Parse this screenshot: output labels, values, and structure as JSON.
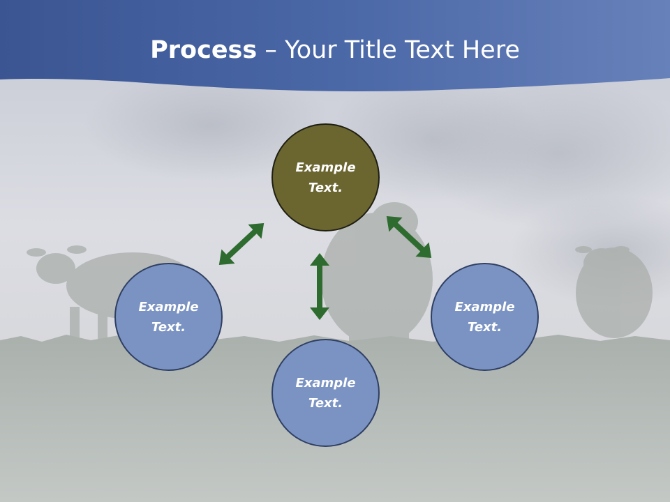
{
  "slide": {
    "title_bold": "Process",
    "title_rest": " – Your Title Text Here"
  },
  "colors": {
    "header_band": "#4f6ca8",
    "center_node": "#6b6530",
    "outer_node": "#7b93c2",
    "arrow": "#2e6b2f"
  },
  "nodes": {
    "top": {
      "label": "Example\nText."
    },
    "left": {
      "label": "Example\nText."
    },
    "right": {
      "label": "Example\nText."
    },
    "bottom": {
      "label": "Example\nText."
    }
  },
  "connections": [
    {
      "from": "top",
      "to": "left",
      "style": "double-arrow"
    },
    {
      "from": "top",
      "to": "right",
      "style": "double-arrow"
    },
    {
      "from": "top",
      "to": "bottom",
      "style": "double-arrow"
    }
  ]
}
